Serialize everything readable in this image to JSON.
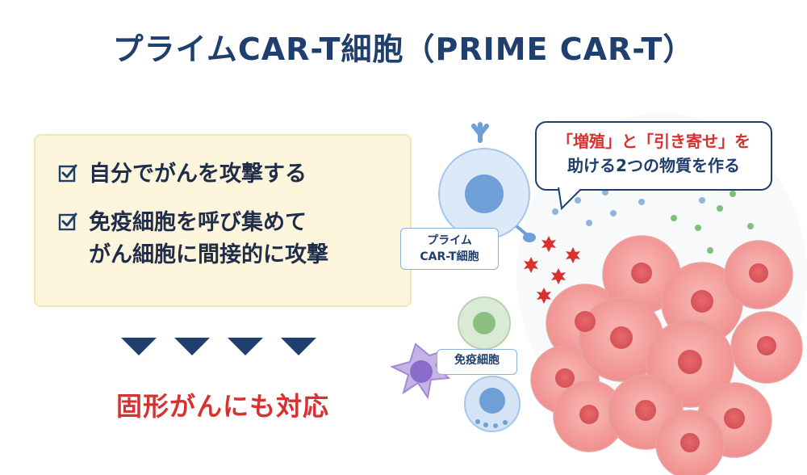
{
  "title": "プライムCAR-T細胞（PRIME CAR-T）",
  "features": [
    {
      "lines": [
        "自分でがんを攻撃する"
      ]
    },
    {
      "lines": [
        "免疫細胞を呼び集めて",
        "がん細胞に間接的に攻撃"
      ]
    }
  ],
  "result": "固形がんにも対応",
  "labels": {
    "prime_line1": "プライム",
    "prime_line2": "CAR-T細胞",
    "immune": "免疫細胞"
  },
  "bubble": {
    "line1": "「増殖」と「引き寄せ」を",
    "line2": "助ける2つの物質を作る"
  },
  "colors": {
    "title": "#1f3f6e",
    "accent_red": "#d8312f",
    "panel_bg": "#fdf6dd",
    "cancer": "#f08a8a"
  }
}
